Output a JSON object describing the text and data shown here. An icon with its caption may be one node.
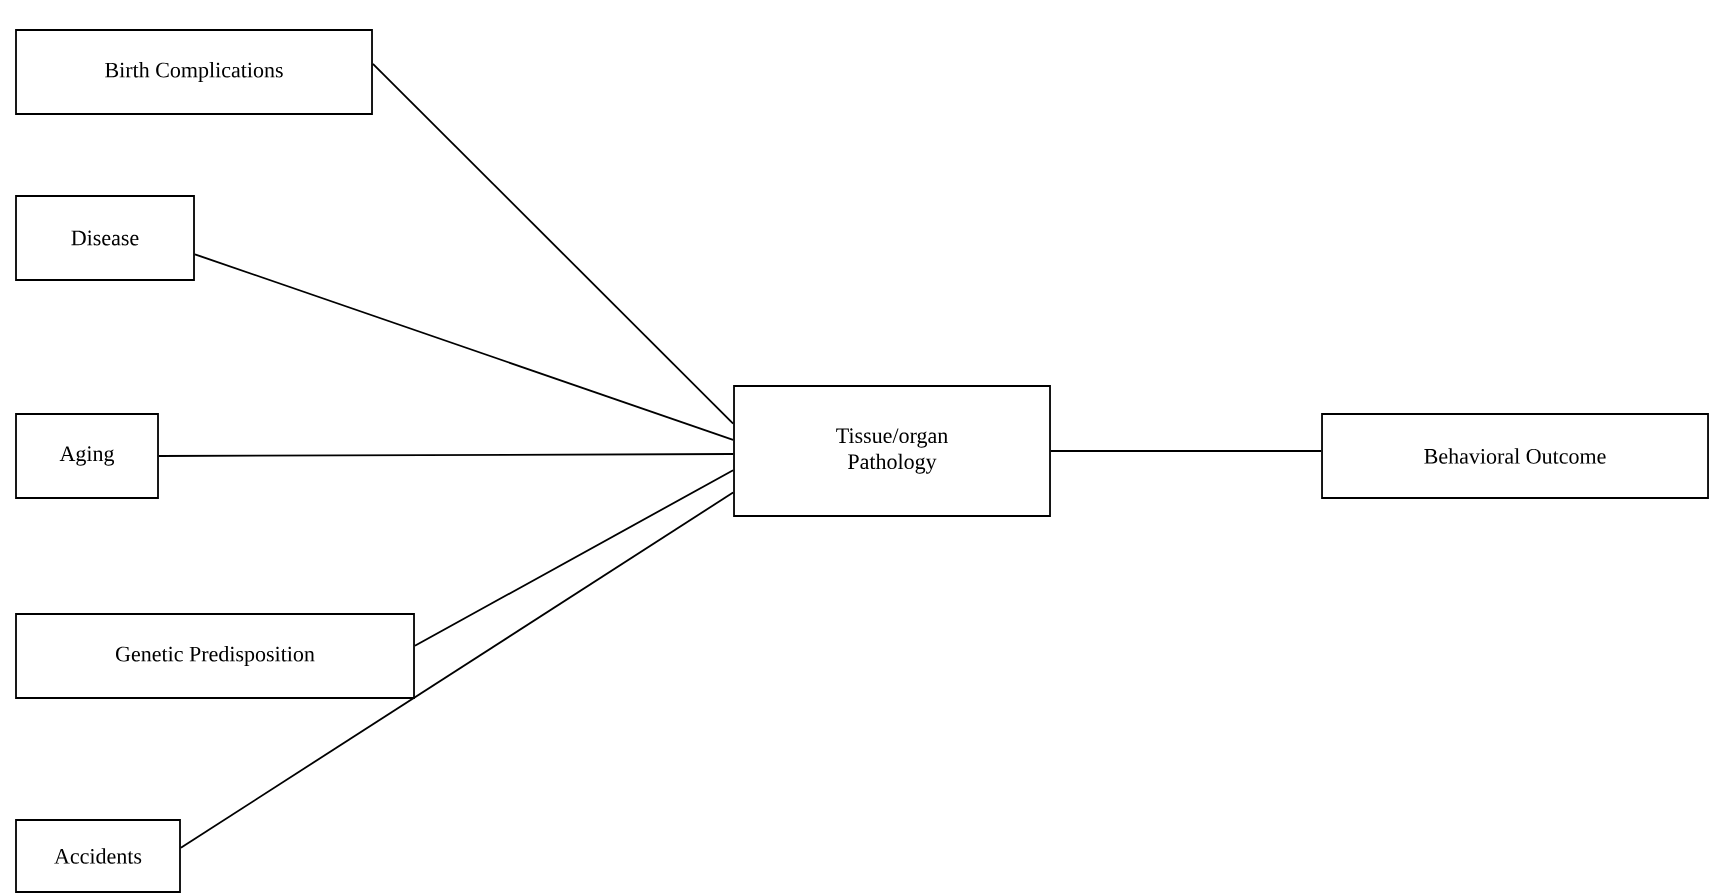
{
  "diagram": {
    "nodes": [
      {
        "text": [
          "Birth Complications"
        ]
      },
      {
        "text": [
          "Disease"
        ]
      },
      {
        "text": [
          "Aging"
        ]
      },
      {
        "text": [
          "Genetic Predisposition"
        ]
      },
      {
        "text": [
          "Accidents"
        ]
      },
      {
        "text": [
          "Tissue/organ Pathology"
        ]
      },
      {
        "text": [
          "Behavioral Outcome"
        ]
      }
    ],
    "edges": [
      {
        "from": 0,
        "to": 5,
        "arrow": "none"
      },
      {
        "from": 1,
        "to": 5,
        "arrow": "none"
      },
      {
        "from": 2,
        "to": 5,
        "arrow": "none"
      },
      {
        "from": 3,
        "to": 5,
        "arrow": "none"
      },
      {
        "from": 4,
        "to": 5,
        "arrow": "none"
      },
      {
        "from": 5,
        "to": 6,
        "arrow": "none"
      }
    ]
  }
}
